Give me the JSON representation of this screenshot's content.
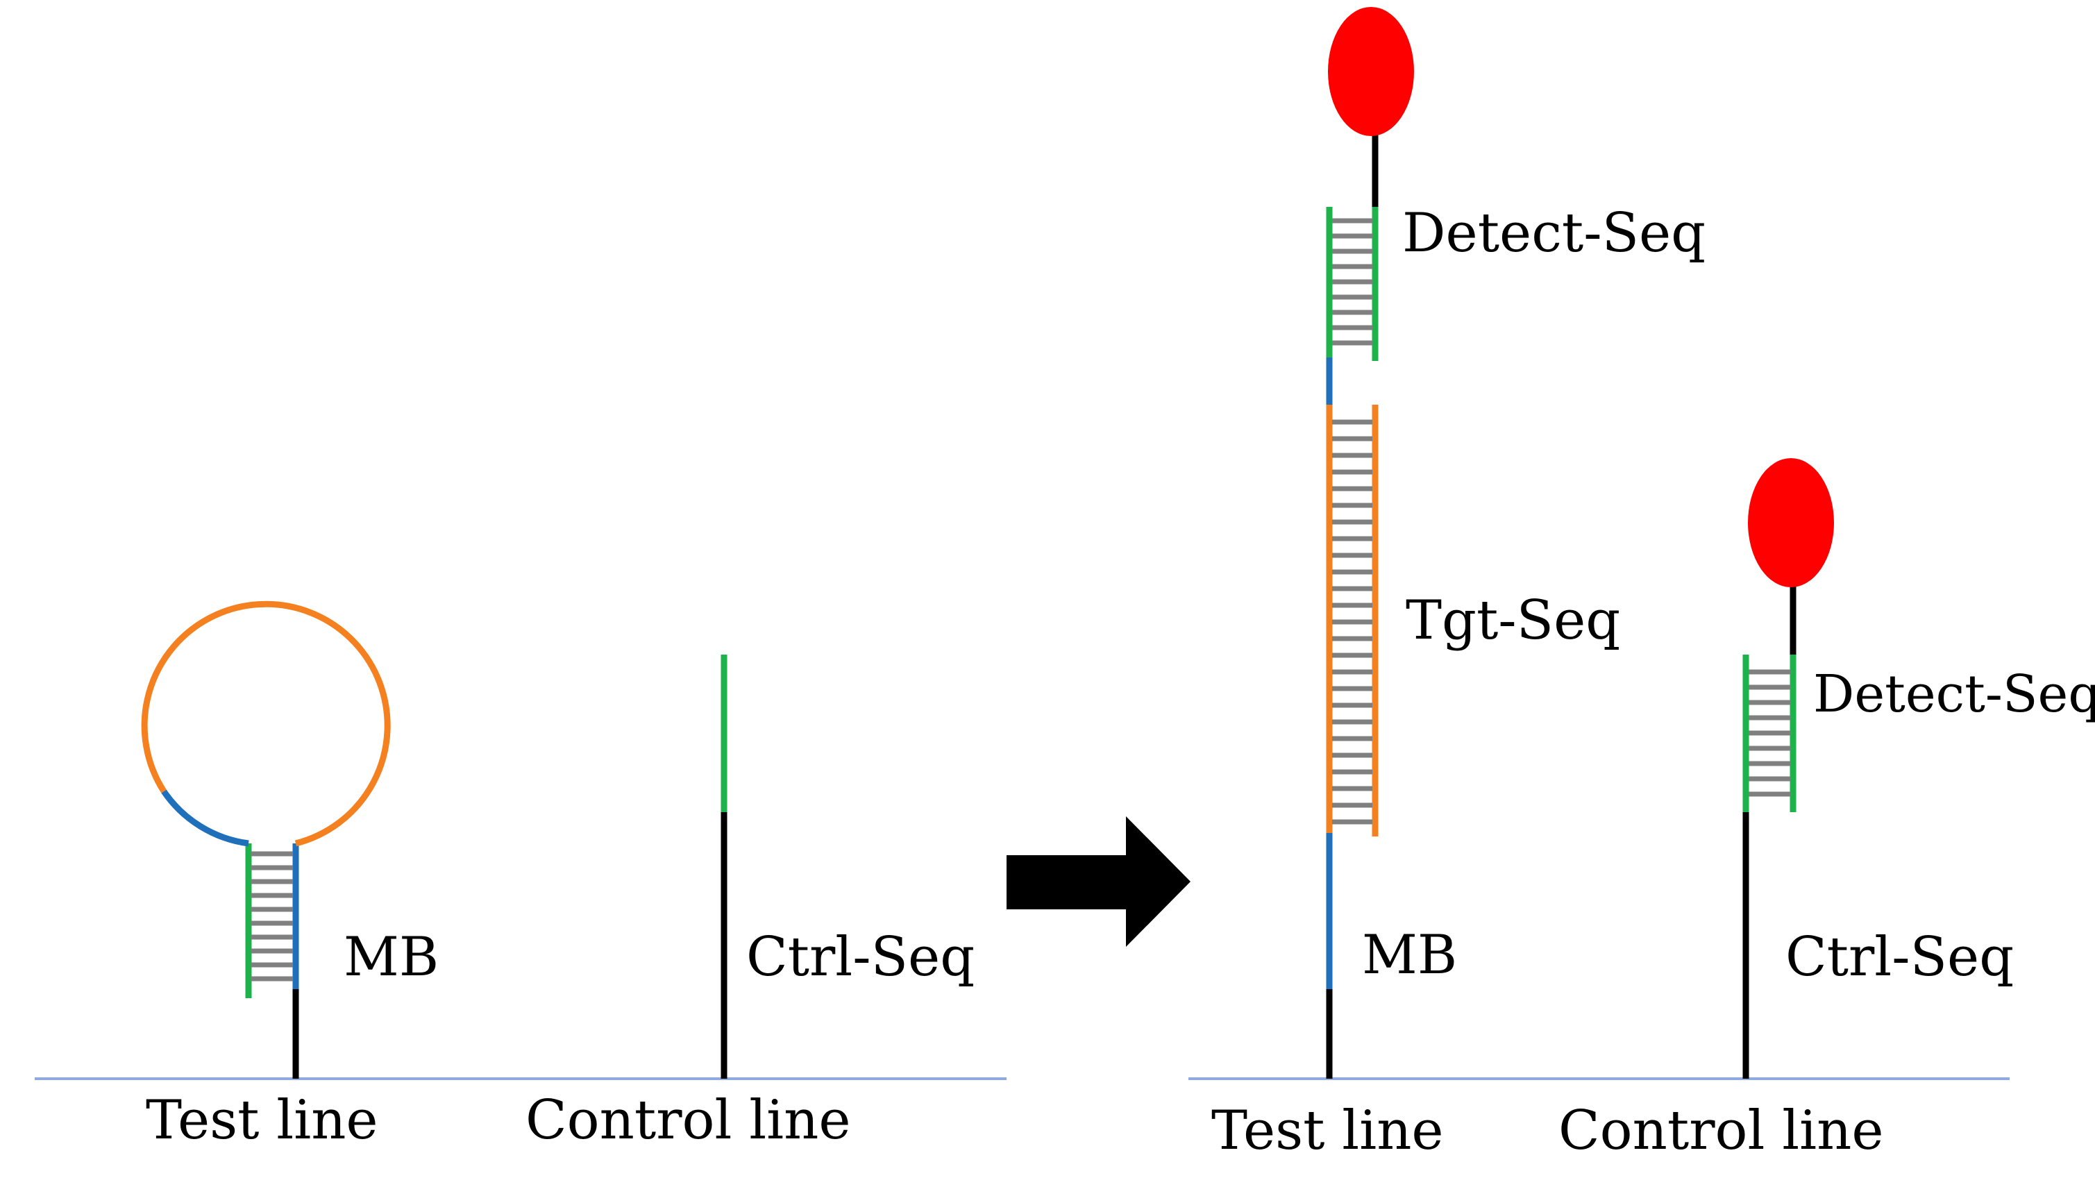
{
  "colors": {
    "black": "#000000",
    "green": "#1db34a",
    "blue": "#1f6fba",
    "orange": "#f58020",
    "rung": "#808080",
    "bead": "#ff0000",
    "baseline": "#8faadc",
    "arrow": "#000000"
  },
  "left_panel": {
    "mb_label": "MB",
    "ctrl_label": "Ctrl-Seq",
    "test_line_label": "Test line",
    "control_line_label": "Control line"
  },
  "right_panel": {
    "detect_label_test": "Detect-Seq",
    "tgt_label": "Tgt-Seq",
    "detect_label_control": "Detect-Seq",
    "mb_label": "MB",
    "ctrl_label": "Ctrl-Seq",
    "test_line_label": "Test line",
    "control_line_label": "Control line"
  },
  "transition_arrow": "right-arrow-icon"
}
